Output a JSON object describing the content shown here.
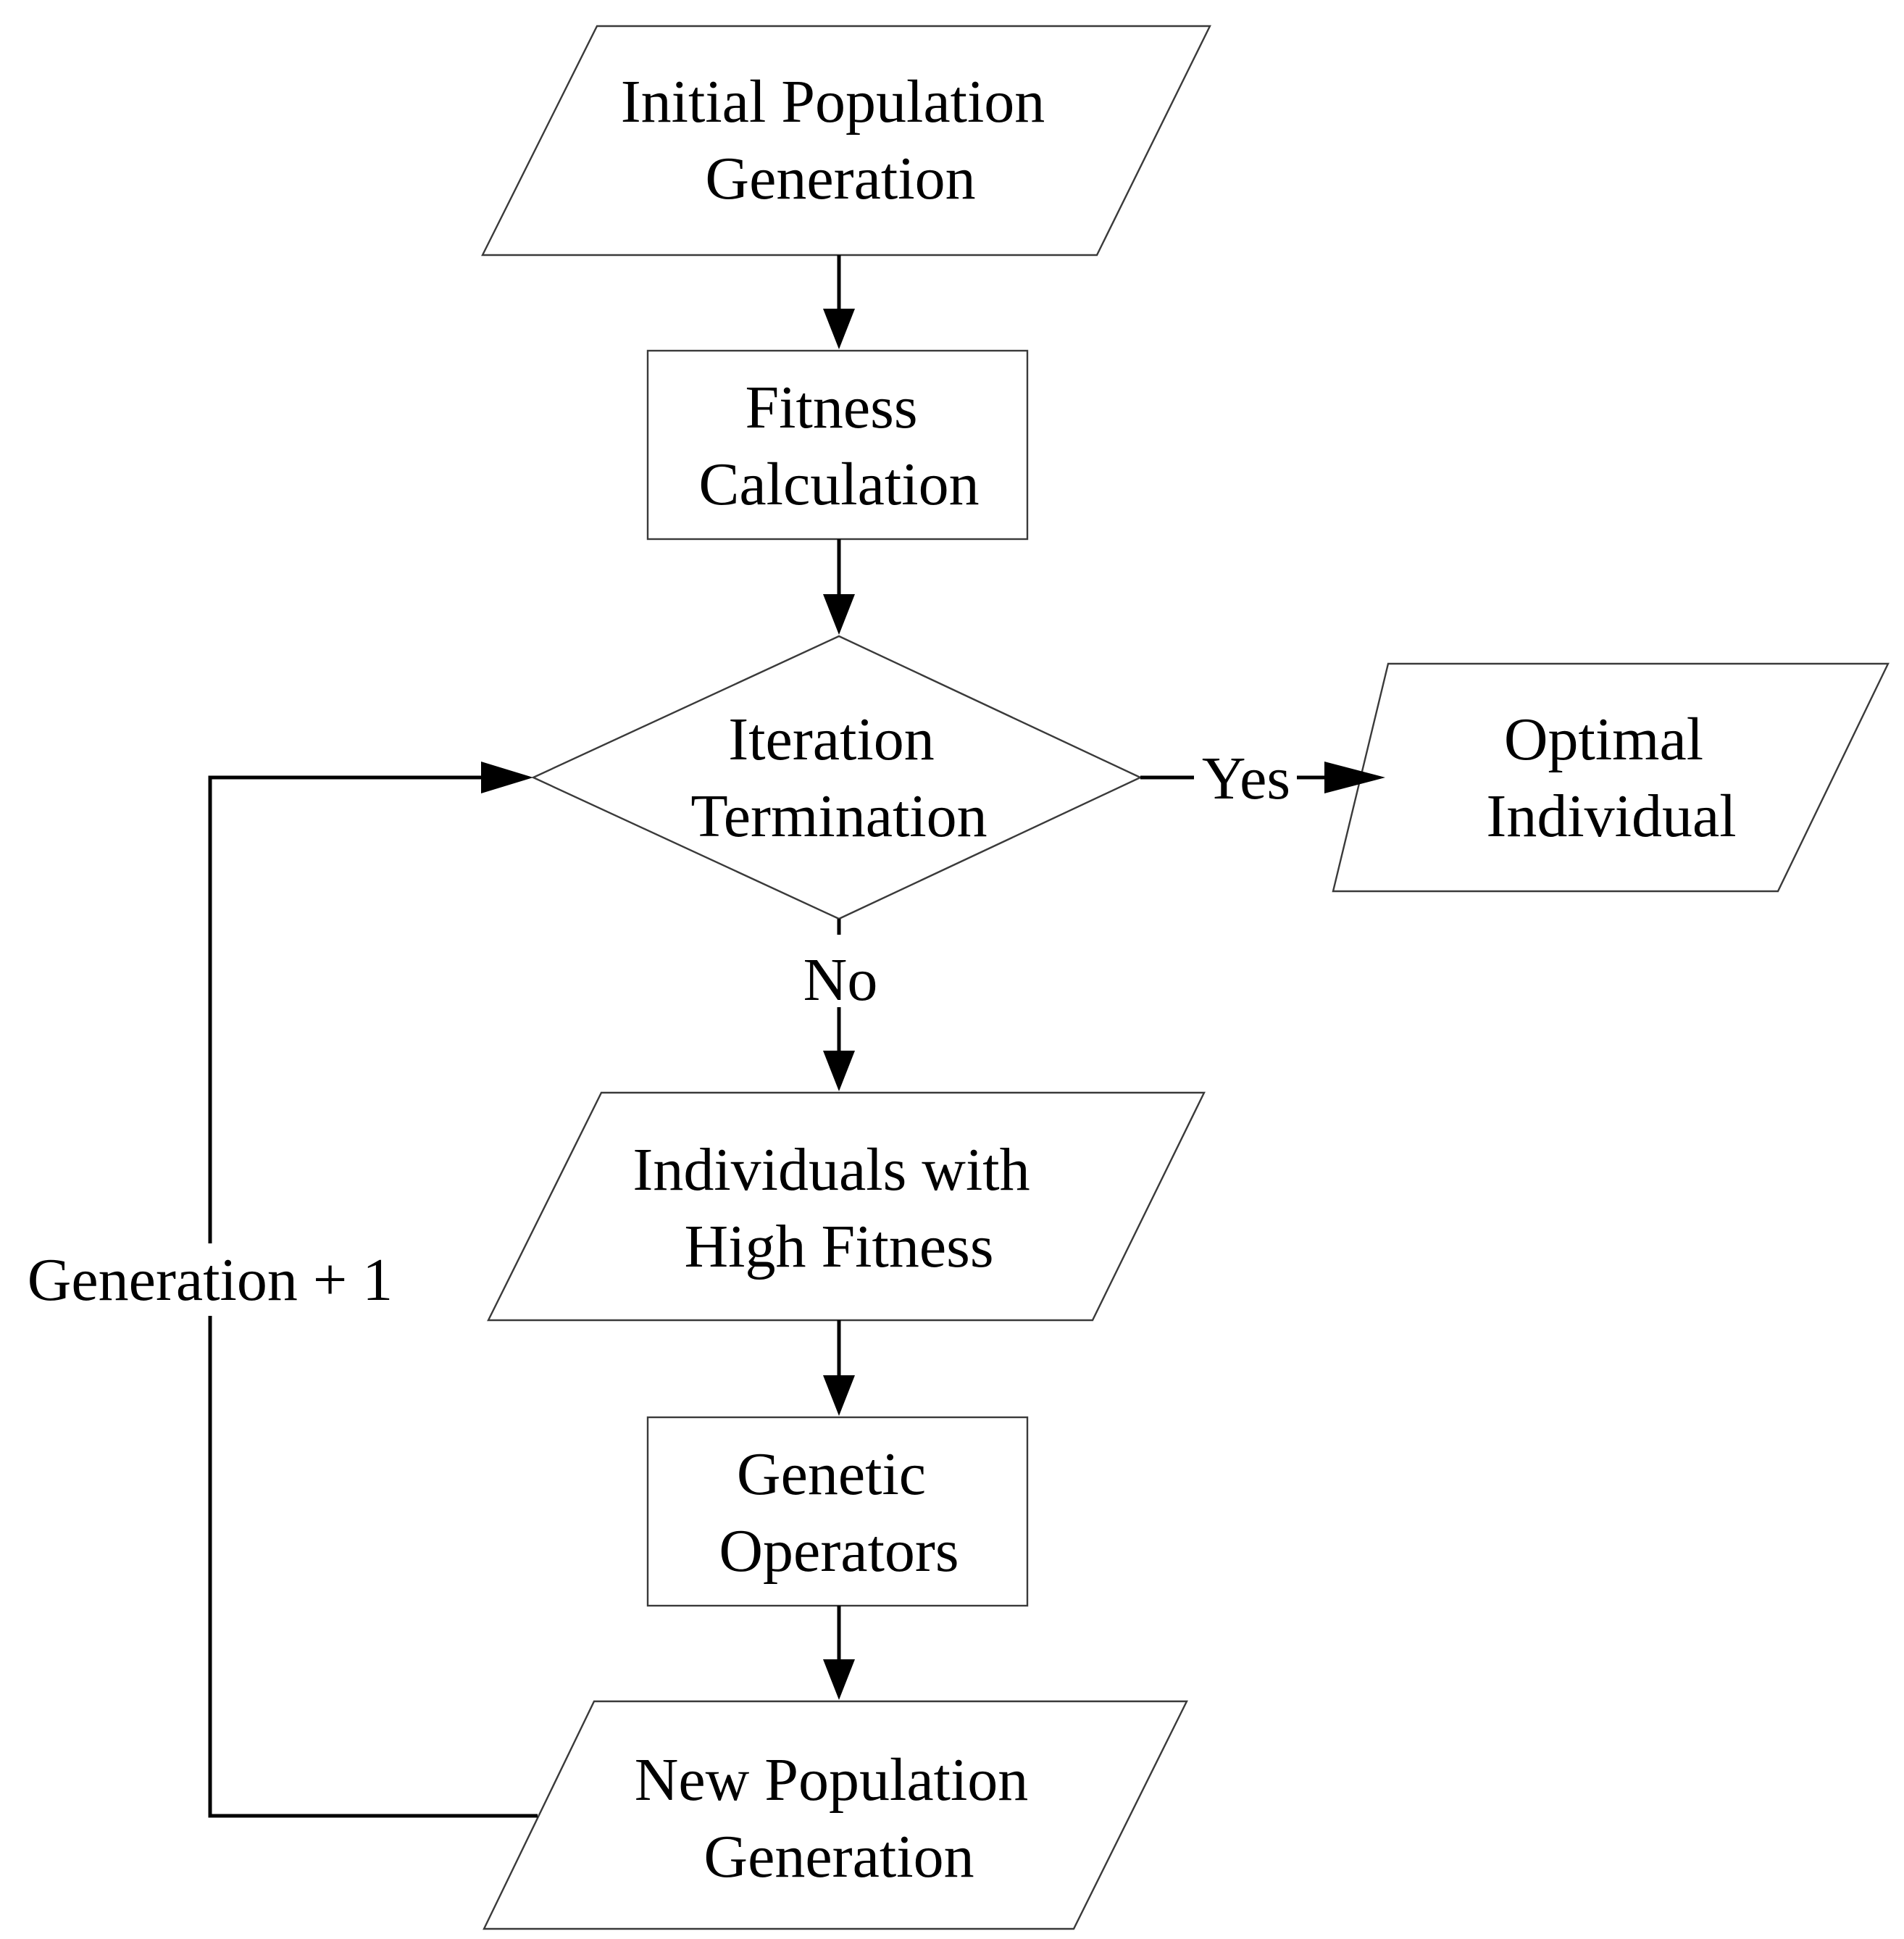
{
  "diagram": {
    "type": "flowchart",
    "nodes": {
      "initial_population": {
        "shape": "parallelogram",
        "lines": [
          "Initial Population",
          "Generation"
        ]
      },
      "fitness_calculation": {
        "shape": "rectangle",
        "lines": [
          "Fitness",
          "Calculation"
        ]
      },
      "iteration_termination": {
        "shape": "diamond",
        "lines": [
          "Iteration",
          "Termination"
        ]
      },
      "optimal_individual": {
        "shape": "parallelogram",
        "lines": [
          "Optimal",
          "Individual"
        ]
      },
      "high_fitness_individuals": {
        "shape": "parallelogram",
        "lines": [
          "Individuals with",
          "High Fitness"
        ]
      },
      "genetic_operators": {
        "shape": "rectangle",
        "lines": [
          "Genetic",
          "Operators"
        ]
      },
      "new_population": {
        "shape": "parallelogram",
        "lines": [
          "New Population",
          "Generation"
        ]
      }
    },
    "edges": {
      "yes_label": "Yes",
      "no_label": "No",
      "loop_label": "Generation + 1"
    }
  },
  "colors": {
    "line": "#000000",
    "shape_border": "#3a3a3a",
    "background": "#ffffff"
  }
}
